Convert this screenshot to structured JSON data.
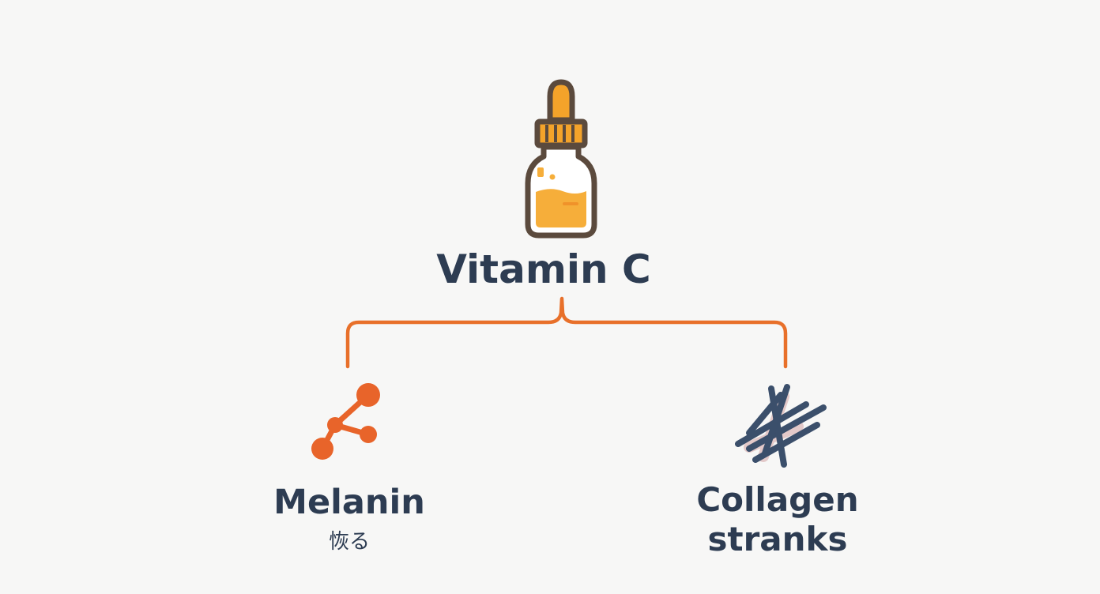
{
  "root": {
    "label": "Vitamin C",
    "icon": "serum-dropper-bottle-icon"
  },
  "children": [
    {
      "label": "Melanin",
      "sublabel": "恢る",
      "icon": "molecule-icon"
    },
    {
      "label_line1": "Collagen",
      "label_line2": "stranks",
      "icon": "collagen-strands-icon"
    }
  ],
  "colors": {
    "connector": "#e8702a",
    "text": "#2d3c52",
    "bottle_outline": "#5b4a3d",
    "bottle_cap": "#f4a32a",
    "serum": "#f6ae3a",
    "molecule": "#e8642a",
    "strands": "#3b4f6b",
    "strand_highlight": "#e3c9c9"
  }
}
